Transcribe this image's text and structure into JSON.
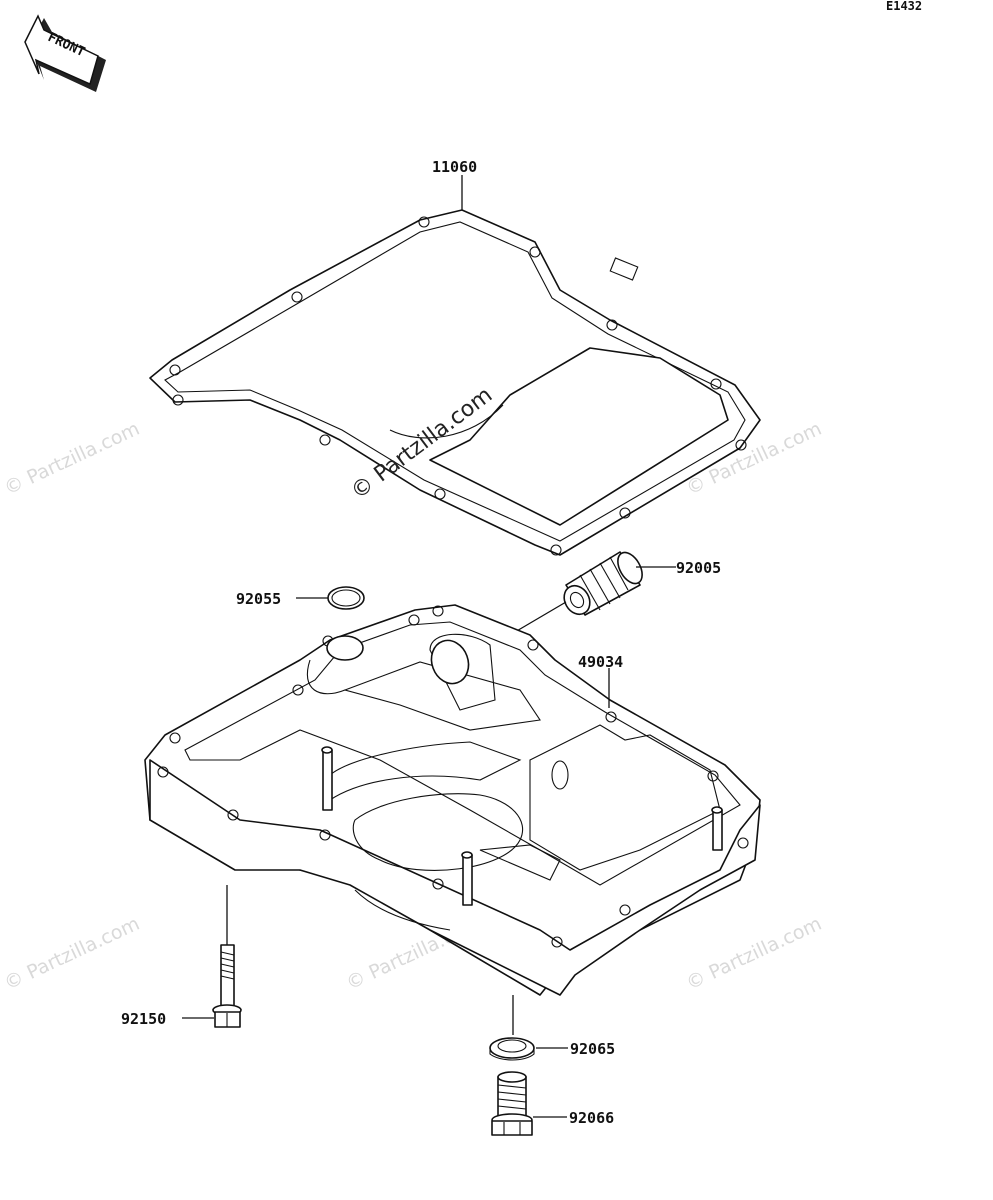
{
  "diagram_code": "E1432",
  "front_label": "FRONT",
  "watermark_main": "© Partzilla.com",
  "watermark_tile": "© Partzilla.com",
  "parts": [
    {
      "number": "11060",
      "name": "gasket"
    },
    {
      "number": "92005",
      "name": "oil-strainer"
    },
    {
      "number": "92055",
      "name": "o-ring"
    },
    {
      "number": "49034",
      "name": "oil-pan"
    },
    {
      "number": "92150",
      "name": "bolt"
    },
    {
      "number": "92065",
      "name": "drain-washer"
    },
    {
      "number": "92066",
      "name": "drain-plug"
    }
  ]
}
